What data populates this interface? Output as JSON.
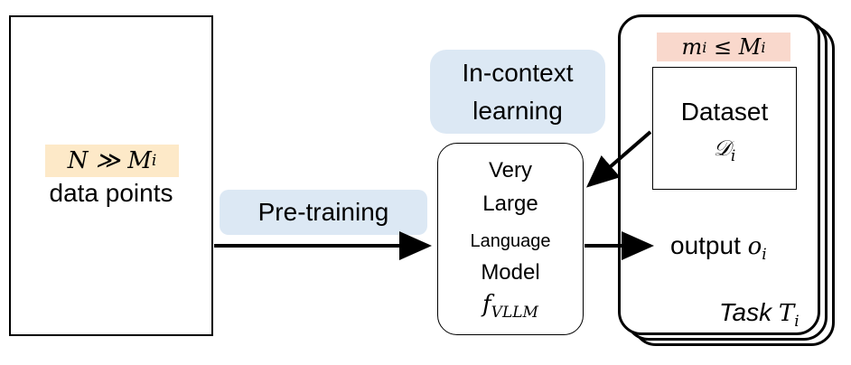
{
  "data_box": {
    "n_relation": "N ≫ M",
    "n_relation_sub": "i",
    "label": "data points"
  },
  "pretraining": {
    "label": "Pre-training"
  },
  "in_context": {
    "line1": "In-context",
    "line2": "learning"
  },
  "llm": {
    "line1": "Very",
    "line2": "Large",
    "line3": "Language",
    "line4": "Model",
    "symbol": "f",
    "symbol_sub": "VLLM"
  },
  "task": {
    "m_relation": "m",
    "m_relation_sub": "i",
    "m_relation_rest": " ≤ M",
    "m_relation_sub2": "i",
    "dataset_label": "Dataset",
    "dataset_symbol": "𝒟",
    "dataset_symbol_sub": "i",
    "output_label": "output",
    "output_symbol": "o",
    "output_symbol_sub": "i",
    "task_label": "Task",
    "task_symbol": "T",
    "task_symbol_sub": "i"
  },
  "colors": {
    "n_highlight": "#fde9c8",
    "m_highlight": "#f9d8cc",
    "label_bg": "#dce8f4"
  }
}
